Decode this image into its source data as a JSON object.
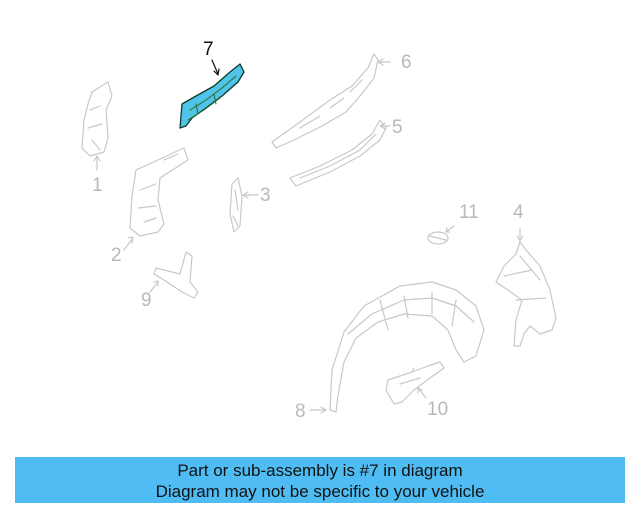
{
  "diagram": {
    "highlighted_part": "7",
    "highlight_color": "#4fc3e8",
    "part_line_color": "#c8c8c8",
    "callouts": [
      {
        "id": "1",
        "label": "1"
      },
      {
        "id": "2",
        "label": "2"
      },
      {
        "id": "3",
        "label": "3"
      },
      {
        "id": "4",
        "label": "4"
      },
      {
        "id": "5",
        "label": "5"
      },
      {
        "id": "6",
        "label": "6"
      },
      {
        "id": "7",
        "label": "7"
      },
      {
        "id": "8",
        "label": "8"
      },
      {
        "id": "9",
        "label": "9"
      },
      {
        "id": "10",
        "label": "10"
      },
      {
        "id": "11",
        "label": "11"
      }
    ]
  },
  "banner": {
    "line1": "Part or sub-assembly is #7 in diagram",
    "line2": "Diagram may not be specific to your vehicle",
    "background": "#4fbdf3"
  }
}
